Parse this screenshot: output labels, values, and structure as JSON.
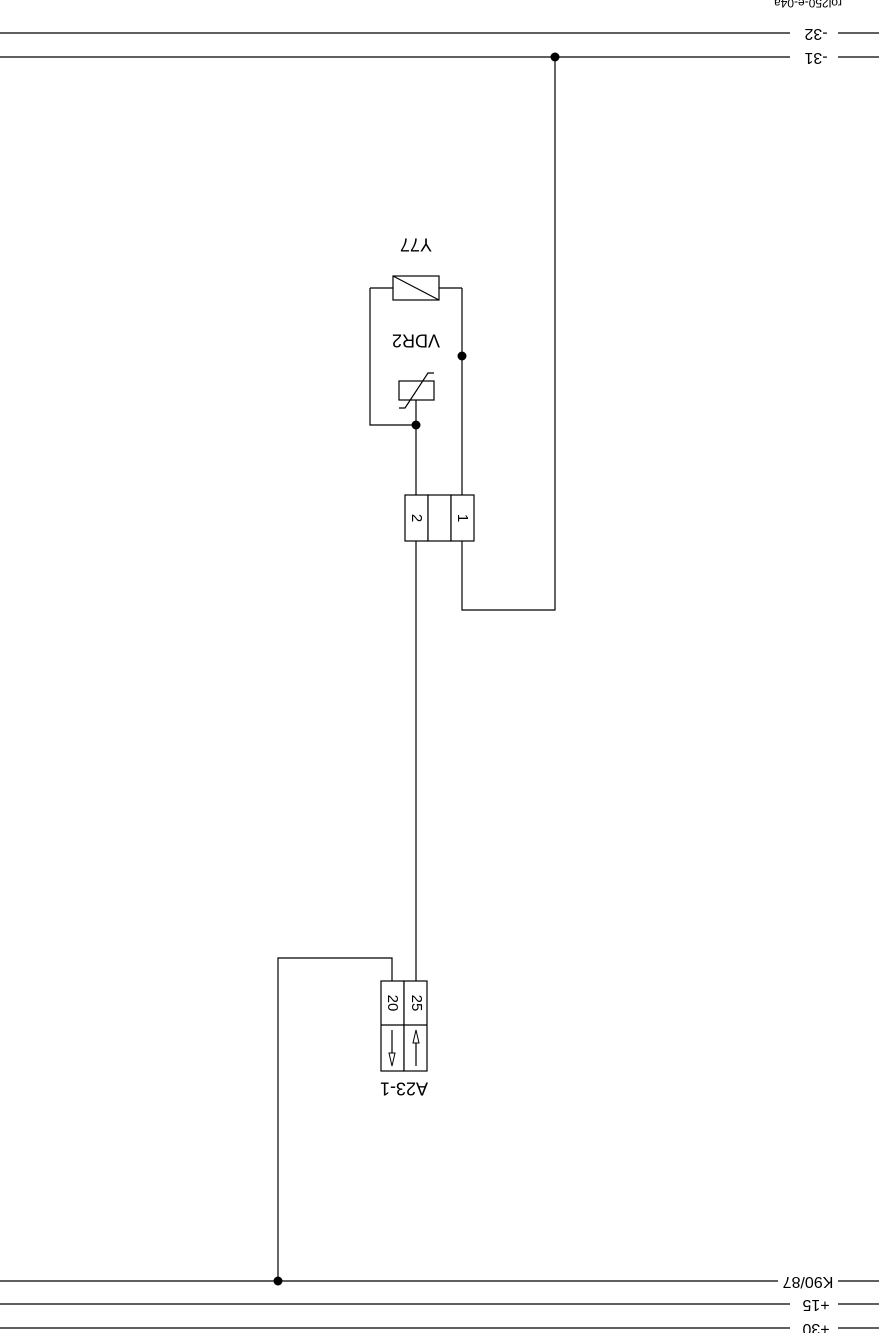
{
  "drawing_id": "rol250-e-04a",
  "rails_top": [
    {
      "label": "-32"
    },
    {
      "label": "-31"
    }
  ],
  "rails_bottom": [
    {
      "label": "K90/87"
    },
    {
      "label": "+15"
    },
    {
      "label": "+30"
    }
  ],
  "components": {
    "solenoid": {
      "label": "Y77"
    },
    "varistor": {
      "label": "VDR2"
    },
    "connector": {
      "pins": [
        "2",
        "1"
      ]
    },
    "module": {
      "label": "A23-1",
      "pins": [
        "20",
        "25"
      ]
    }
  },
  "colors": {
    "line": "#000000",
    "background": "#ffffff"
  }
}
